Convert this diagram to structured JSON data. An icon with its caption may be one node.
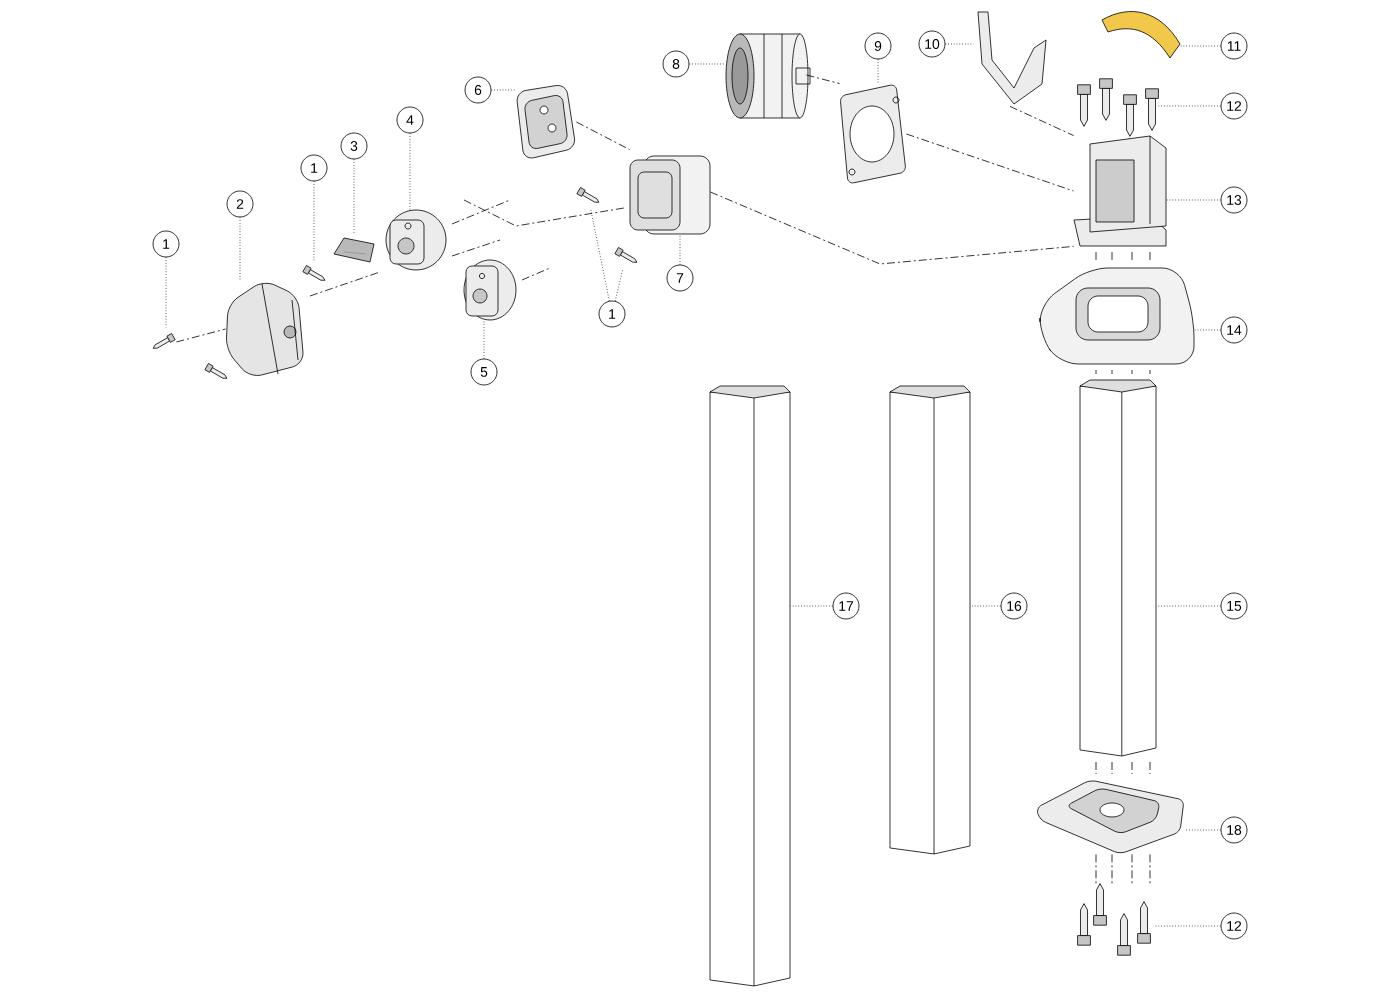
{
  "diagram": {
    "nodes": [
      {
        "text": [
          "1"
        ]
      },
      {
        "text": [
          "2"
        ]
      },
      {
        "text": [
          "1"
        ]
      },
      {
        "text": [
          "3"
        ]
      },
      {
        "text": [
          "4"
        ]
      },
      {
        "text": [
          "5"
        ]
      },
      {
        "text": [
          "6"
        ]
      },
      {
        "text": [
          "8"
        ]
      },
      {
        "text": [
          "9"
        ]
      },
      {
        "text": [
          "10"
        ]
      },
      {
        "text": [
          "11"
        ]
      },
      {
        "text": [
          "12"
        ]
      },
      {
        "text": [
          "13"
        ]
      },
      {
        "text": [
          "14"
        ]
      },
      {
        "text": [
          "7"
        ]
      },
      {
        "text": [
          "1"
        ]
      },
      {
        "text": [
          "17"
        ]
      },
      {
        "text": [
          "16"
        ]
      },
      {
        "text": [
          "15"
        ]
      },
      {
        "text": [
          "18"
        ]
      },
      {
        "text": [
          "12"
        ]
      },
      {
        "text": [],
        "shape": "picture"
      },
      {
        "text": [],
        "shape": "picture"
      },
      {
        "text": [],
        "shape": "picture"
      },
      {
        "text": [],
        "shape": "picture"
      },
      {
        "text": [],
        "shape": "picture"
      },
      {
        "text": [],
        "shape": "picture"
      },
      {
        "text": [],
        "shape": "picture"
      },
      {
        "text": [],
        "shape": "picture"
      },
      {
        "text": [],
        "shape": "picture"
      },
      {
        "text": [],
        "shape": "picture"
      },
      {
        "text": [],
        "shape": "picture"
      },
      {
        "text": [],
        "shape": "picture"
      },
      {
        "text": [],
        "shape": "picture"
      },
      {
        "text": [],
        "shape": "picture"
      },
      {
        "text": [],
        "shape": "picture"
      },
      {
        "text": [],
        "shape": "picture"
      },
      {
        "text": [],
        "shape": "picture"
      },
      {
        "text": [],
        "shape": "picture"
      },
      {
        "text": [],
        "shape": "picture"
      },
      {
        "text": [],
        "shape": "picture"
      },
      {
        "text": [],
        "shape": "picture"
      },
      {
        "text": [],
        "shape": "picture"
      }
    ],
    "edges": [
      {
        "from": 0,
        "to": 21,
        "arrow": "none"
      },
      {
        "from": 1,
        "to": 22,
        "arrow": "none"
      },
      {
        "from": 2,
        "to": 23,
        "arrow": "none"
      },
      {
        "from": 3,
        "to": 24,
        "arrow": "none"
      },
      {
        "from": 4,
        "to": 25,
        "arrow": "none"
      },
      {
        "from": 5,
        "to": 26,
        "arrow": "none"
      },
      {
        "from": 6,
        "to": 27,
        "arrow": "none"
      },
      {
        "from": 7,
        "to": 28,
        "arrow": "none"
      },
      {
        "from": 8,
        "to": 29,
        "arrow": "none"
      },
      {
        "from": 9,
        "to": 30,
        "arrow": "none"
      },
      {
        "from": 10,
        "to": 31,
        "arrow": "none"
      },
      {
        "from": 11,
        "to": 32,
        "arrow": "none"
      },
      {
        "from": 12,
        "to": 33,
        "arrow": "none"
      },
      {
        "from": 13,
        "to": 34,
        "arrow": "none"
      },
      {
        "from": 14,
        "to": 35,
        "arrow": "none"
      },
      {
        "from": 15,
        "to": 36,
        "arrow": "none"
      },
      {
        "from": 15,
        "to": 37,
        "arrow": "none"
      },
      {
        "from": 16,
        "to": 38,
        "arrow": "none"
      },
      {
        "from": 17,
        "to": 39,
        "arrow": "none"
      },
      {
        "from": 18,
        "to": 40,
        "arrow": "none"
      },
      {
        "from": 19,
        "to": 41,
        "arrow": "none"
      },
      {
        "from": 20,
        "to": 42,
        "arrow": "none"
      },
      {
        "from": 21,
        "to": 22,
        "arrow": "none",
        "style": "dashed"
      },
      {
        "from": 27,
        "to": 35,
        "arrow": "none",
        "style": "dashed"
      },
      {
        "from": 28,
        "to": 29,
        "arrow": "none",
        "style": "dashed"
      },
      {
        "from": 35,
        "to": 33,
        "arrow": "none",
        "style": "dashed"
      },
      {
        "from": 29,
        "to": 33,
        "arrow": "none",
        "style": "dashed"
      },
      {
        "from": 30,
        "to": 33,
        "arrow": "none",
        "style": "dashed"
      },
      {
        "from": 41,
        "to": 42,
        "arrow": "none",
        "style": "dashed"
      },
      {
        "from": 41,
        "to": 42,
        "arrow": "none",
        "style": "dashed"
      },
      {
        "from": 41,
        "to": 42,
        "arrow": "none",
        "style": "dashed"
      },
      {
        "from": 41,
        "to": 42,
        "arrow": "none",
        "style": "dashed"
      }
    ]
  }
}
